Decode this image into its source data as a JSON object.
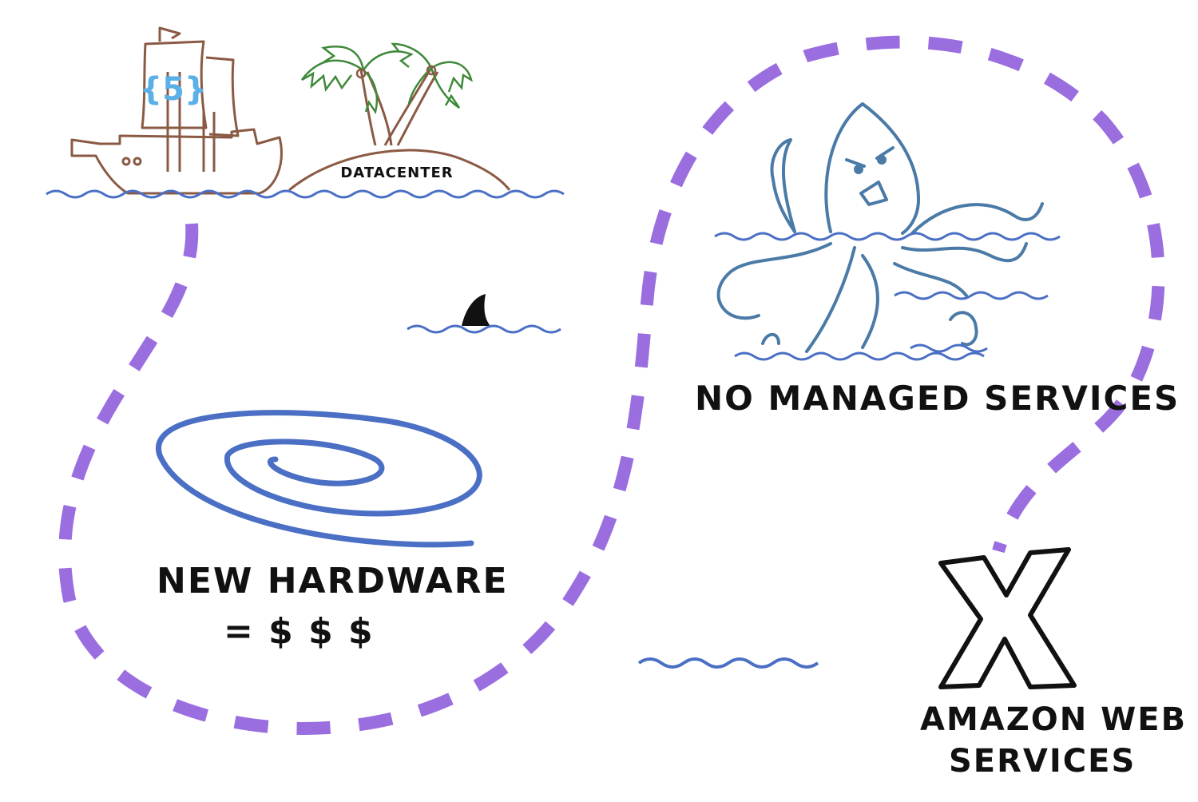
{
  "labels": {
    "datacenter": "DATACENTER",
    "sail_badge": "{5}",
    "no_managed_services": "NO MANAGED SERVICES",
    "new_hardware_line1": "NEW HARDWARE",
    "new_hardware_line2": "= $ $ $",
    "aws_line1": "AMAZON WEB",
    "aws_line2": "SERVICES",
    "treasure_mark": "X"
  },
  "colors": {
    "path": "#9b6ee0",
    "water": "#4a6fc4",
    "ship": "#8a5a44",
    "badge": "#5bb0e8",
    "palm": "#3f8a3a",
    "octopus": "#4a7aa6",
    "ink": "#111111"
  },
  "icons": [
    "ship-icon",
    "palm-island-icon",
    "shark-fin-icon",
    "whirlpool-icon",
    "octopus-icon",
    "x-mark-icon"
  ]
}
